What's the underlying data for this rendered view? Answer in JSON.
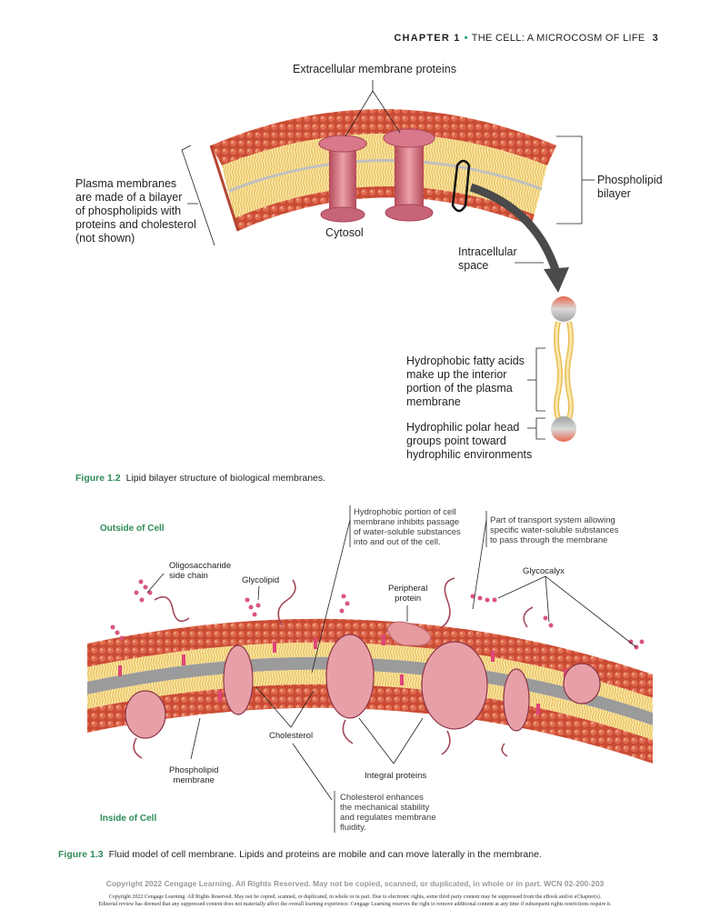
{
  "header": {
    "chapter": "CHAPTER 1",
    "title": "THE CELL: A MICROCOSM OF LIFE",
    "page_number": "3"
  },
  "figure_1_2": {
    "labels": {
      "extracellular": "Extracellular membrane proteins",
      "plasma_lines": [
        "Plasma membranes",
        "are made of a bilayer",
        "of phospholipids with",
        "proteins and cholesterol",
        "(not shown)"
      ],
      "cytosol": "Cytosol",
      "phospholipid_lines": [
        "Phospholipid",
        "bilayer"
      ],
      "intracellular_lines": [
        "Intracellular",
        "space"
      ],
      "hydrophobic_lines": [
        "Hydrophobic fatty acids",
        "make up the interior",
        "portion of the plasma",
        "membrane"
      ],
      "hydrophilic_lines": [
        "Hydrophilic polar head",
        "groups point toward",
        "hydrophilic environments"
      ]
    },
    "caption_number": "Figure 1.2",
    "caption_text": "Lipid bilayer structure of biological membranes."
  },
  "figure_1_3": {
    "labels": {
      "outside": "Outside of Cell",
      "inside": "Inside of Cell",
      "oligo_lines": [
        "Oligosaccharide",
        "side chain"
      ],
      "glycolipid": "Glycolipid",
      "peripheral_lines": [
        "Peripheral",
        "protein"
      ],
      "glycocalyx": "Glycocalyx",
      "cholesterol": "Cholesterol",
      "phospholipid_membrane_lines": [
        "Phospholipid",
        "membrane"
      ],
      "integral": "Integral proteins",
      "hydrophobic_note_lines": [
        "Hydrophobic portion of cell",
        "membrane inhibits passage",
        "of water-soluble substances",
        "into and out of the cell."
      ],
      "transport_note_lines": [
        "Part of transport system allowing",
        "specific water-soluble substances",
        "to pass through the membrane"
      ],
      "cholesterol_note_lines": [
        "Cholesterol enhances",
        "the mechanical stability",
        "and regulates membrane",
        "fluidity."
      ]
    },
    "caption_number": "Figure 1.3",
    "caption_text": "Fluid model of cell membrane. Lipids and proteins are mobile and can move laterally in the membrane."
  },
  "footer": {
    "copyright_main": "Copyright 2022 Cengage Learning. All Rights Reserved. May not be copied, scanned, or duplicated, in whole or in part.  WCN 02-200-203",
    "legal_line_1": "Copyright 2022 Cengage Learning. All Rights Reserved. May not be copied, scanned, or duplicated, in whole or in part. Due to electronic rights, some third party content may be suppressed from the eBook and/or eChapter(s).",
    "legal_line_2": "Editorial review has deemed that any suppressed content does not materially affect the overall learning experience. Cengage Learning reserves the right to remove additional content at any time if subsequent rights restrictions require it."
  },
  "colors": {
    "head_red": "#d9583f",
    "tail_yellow": "#f6d983",
    "protein_pink": "#d77b86",
    "accent_green": "#2e8b57",
    "arrow_gray": "#555555"
  }
}
